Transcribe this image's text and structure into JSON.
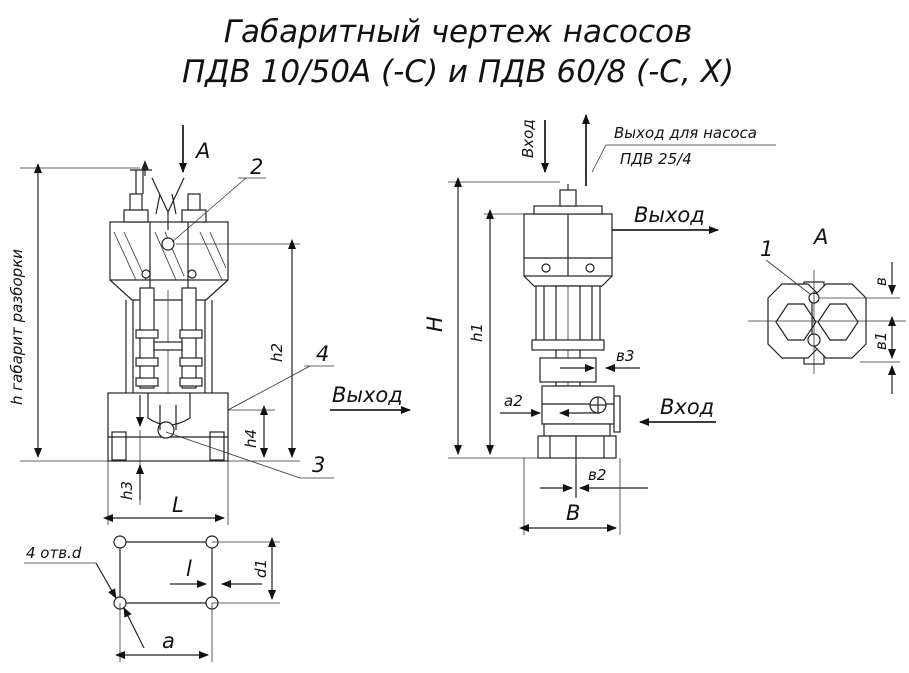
{
  "title": {
    "line1": "Габаритный чертеж насосов",
    "line2": "ПДВ 10/50А (-С) и ПДВ 60/8 (-С, Х)"
  },
  "labels": {
    "view_a": "А",
    "view_a_detail": "А",
    "callout_1": "1",
    "callout_2": "2",
    "callout_3": "3",
    "callout_4": "4",
    "h_disassembly": "h габарит разборки",
    "h2": "h2",
    "h3": "h3",
    "h4": "h4",
    "L": "L",
    "l": "l",
    "a": "a",
    "d1": "d1",
    "holes": "4 отв.d",
    "outlet_left": "Выход",
    "inlet_top": "Вход",
    "outlet_pump_line1": "Выход для насоса",
    "outlet_pump_line2": "ПДВ 25/4",
    "outlet_right": "Выход",
    "inlet_right": "Вход",
    "H": "H",
    "h1": "h1",
    "a2": "a2",
    "b3": "в3",
    "b2": "в2",
    "B": "B",
    "b": "в",
    "b1": "в1"
  }
}
